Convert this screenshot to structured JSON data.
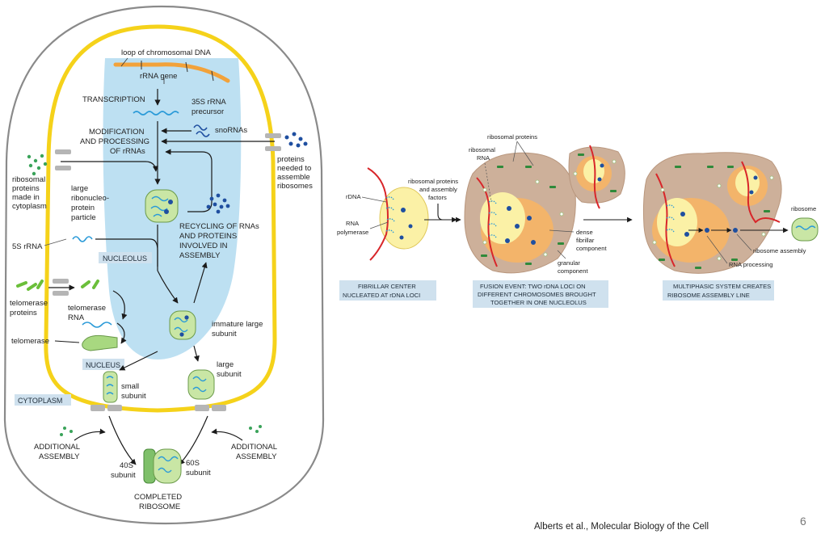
{
  "left": {
    "loop_label": "loop of chromosomal DNA",
    "rrna_gene": "rRNA gene",
    "transcription": "TRANSCRIPTION",
    "precursor": [
      "35S rRNA",
      "precursor"
    ],
    "snornas": "snoRNAs",
    "modification": [
      "MODIFICATION",
      "AND PROCESSING",
      "OF rRNAs"
    ],
    "proteins_needed": [
      "proteins",
      "needed to",
      "assemble",
      "ribosomes"
    ],
    "ribosomal_proteins": [
      "ribosomal",
      "proteins",
      "made in",
      "cytoplasm"
    ],
    "large_particle": [
      "large",
      "ribonucleo-",
      "protein",
      "particle"
    ],
    "recycling": [
      "RECYCLING OF RNAs",
      "AND PROTEINS",
      "INVOLVED IN",
      "ASSEMBLY"
    ],
    "five_s": "5S rRNA",
    "nucleolus": "NUCLEOLUS",
    "telomerase_proteins": [
      "telomerase",
      "proteins"
    ],
    "telomerase_rna": [
      "telomerase",
      "RNA"
    ],
    "telomerase": "telomerase",
    "immature_large": [
      "immature large",
      "subunit"
    ],
    "nucleus": "NUCLEUS",
    "large_subunit": [
      "large",
      "subunit"
    ],
    "small_subunit": [
      "small",
      "subunit"
    ],
    "cytoplasm": "CYTOPLASM",
    "additional_left": [
      "ADDITIONAL",
      "ASSEMBLY"
    ],
    "additional_right": [
      "ADDITIONAL",
      "ASSEMBLY"
    ],
    "s40": [
      "40S",
      "subunit"
    ],
    "s60": [
      "60S",
      "subunit"
    ],
    "completed": [
      "COMPLETED",
      "RIBOSOME"
    ]
  },
  "right": {
    "rdna": "rDNA",
    "rna_pol": [
      "RNA",
      "polymerase"
    ],
    "rib_prot_factors": [
      "ribosomal proteins",
      "and assembly",
      "factors"
    ],
    "rib_proteins": "ribosomal proteins",
    "rib_rna": [
      "ribosomal",
      "RNA"
    ],
    "dense": [
      "dense",
      "fibrillar",
      "component"
    ],
    "granular": [
      "granular",
      "component"
    ],
    "ribosome": "ribosome",
    "ribosome_assembly": "ribosome assembly",
    "rna_processing": "RNA processing",
    "box1": [
      "FIBRILLAR CENTER",
      "NUCLEATED AT rDNA LOCI"
    ],
    "box2": [
      "FUSION EVENT: TWO rDNA LOCI ON",
      "DIFFERENT CHROMOSOMES BROUGHT",
      "TOGETHER IN ONE NUCLEOLUS"
    ],
    "box3": [
      "MULTIPHASIC SYSTEM CREATES",
      "RIBOSOME ASSEMBLY LINE"
    ]
  },
  "footer": {
    "citation": "Alberts et al., Molecular Biology of the Cell",
    "slide_number": "6"
  },
  "colors": {
    "cell_outline": "#8a8a8a",
    "nuclear_envelope": "#f5d21a",
    "nucleolus": "#bde0f2",
    "dna_loop": "#f2a23a",
    "rna_blue": "#2a9ad8",
    "protein_dark_blue": "#1f4fa0",
    "protein_green": "#3aa35a",
    "subunit_fill": "#c9e6a5",
    "label_box": "#cfe1ee",
    "granular": "#cdb09a",
    "dense_fibrillar": "#f3b46a",
    "fibrillar_center": "#fbf1a6",
    "rdna_red": "#d8262a"
  }
}
